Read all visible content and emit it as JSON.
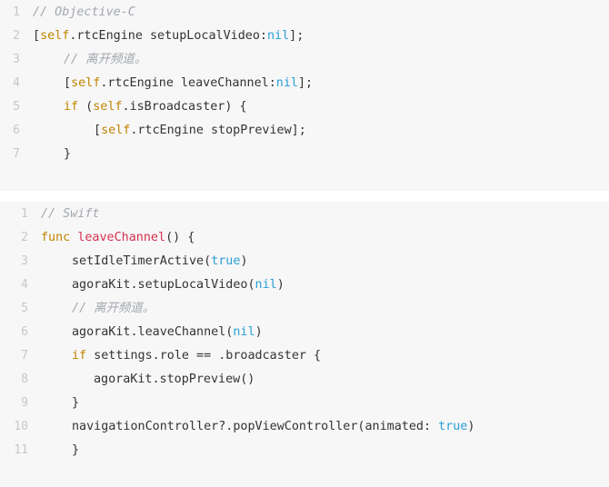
{
  "colors": {
    "background": "#ffffff",
    "code_background": "#f7f7f8",
    "line_number": "#c6c7cb",
    "comment": "#a3a7ad",
    "keyword": "#c18401",
    "literal": "#2a9fd6",
    "function_name": "#d6304e",
    "text": "#333333"
  },
  "objc_block": {
    "lines": [
      {
        "number": "1",
        "tokens": [
          {
            "t": "comment",
            "v": "// Objective-C"
          }
        ]
      },
      {
        "number": "2",
        "tokens": [
          {
            "t": "plain",
            "v": "["
          },
          {
            "t": "self",
            "v": "self"
          },
          {
            "t": "plain",
            "v": ".rtcEngine setupLocalVideo:"
          },
          {
            "t": "nil",
            "v": "nil"
          },
          {
            "t": "plain",
            "v": "];"
          }
        ]
      },
      {
        "number": "3",
        "tokens": [
          {
            "t": "comment",
            "v": "// 离开频道。"
          }
        ]
      },
      {
        "number": "4",
        "tokens": [
          {
            "t": "plain",
            "v": "["
          },
          {
            "t": "self",
            "v": "self"
          },
          {
            "t": "plain",
            "v": ".rtcEngine leaveChannel:"
          },
          {
            "t": "nil",
            "v": "nil"
          },
          {
            "t": "plain",
            "v": "];"
          }
        ]
      },
      {
        "number": "5",
        "tokens": [
          {
            "t": "kw",
            "v": "if"
          },
          {
            "t": "plain",
            "v": " ("
          },
          {
            "t": "self",
            "v": "self"
          },
          {
            "t": "plain",
            "v": ".isBroadcaster) {"
          }
        ]
      },
      {
        "number": "6",
        "tokens": [
          {
            "t": "plain",
            "v": "["
          },
          {
            "t": "self",
            "v": "self"
          },
          {
            "t": "plain",
            "v": ".rtcEngine stopPreview];"
          }
        ]
      },
      {
        "number": "7",
        "tokens": [
          {
            "t": "plain",
            "v": "}"
          }
        ]
      }
    ]
  },
  "swift_block": {
    "lines": [
      {
        "number": "1",
        "tokens": [
          {
            "t": "comment",
            "v": "// Swift"
          }
        ]
      },
      {
        "number": "2",
        "tokens": [
          {
            "t": "kw",
            "v": "func"
          },
          {
            "t": "plain",
            "v": " "
          },
          {
            "t": "func",
            "v": "leaveChannel"
          },
          {
            "t": "plain",
            "v": "() {"
          }
        ]
      },
      {
        "number": "3",
        "tokens": [
          {
            "t": "plain",
            "v": "setIdleTimerActive("
          },
          {
            "t": "bool",
            "v": "true"
          },
          {
            "t": "plain",
            "v": ")"
          }
        ]
      },
      {
        "number": "4",
        "tokens": [
          {
            "t": "plain",
            "v": "agoraKit.setupLocalVideo("
          },
          {
            "t": "nil",
            "v": "nil"
          },
          {
            "t": "plain",
            "v": ")"
          }
        ]
      },
      {
        "number": "5",
        "tokens": [
          {
            "t": "comment",
            "v": "// 离开频道。"
          }
        ]
      },
      {
        "number": "6",
        "tokens": [
          {
            "t": "plain",
            "v": "agoraKit.leaveChannel("
          },
          {
            "t": "nil",
            "v": "nil"
          },
          {
            "t": "plain",
            "v": ")"
          }
        ]
      },
      {
        "number": "7",
        "tokens": [
          {
            "t": "kw",
            "v": "if"
          },
          {
            "t": "plain",
            "v": " settings.role == .broadcaster {"
          }
        ]
      },
      {
        "number": "8",
        "tokens": [
          {
            "t": "plain",
            "v": "agoraKit.stopPreview()"
          }
        ]
      },
      {
        "number": "9",
        "tokens": [
          {
            "t": "plain",
            "v": "}"
          }
        ]
      },
      {
        "number": "10",
        "tokens": [
          {
            "t": "plain",
            "v": "navigationController?.popViewController(animated: "
          },
          {
            "t": "bool",
            "v": "true"
          },
          {
            "t": "plain",
            "v": ")"
          }
        ]
      },
      {
        "number": "11",
        "tokens": [
          {
            "t": "plain",
            "v": "}"
          }
        ]
      }
    ]
  }
}
